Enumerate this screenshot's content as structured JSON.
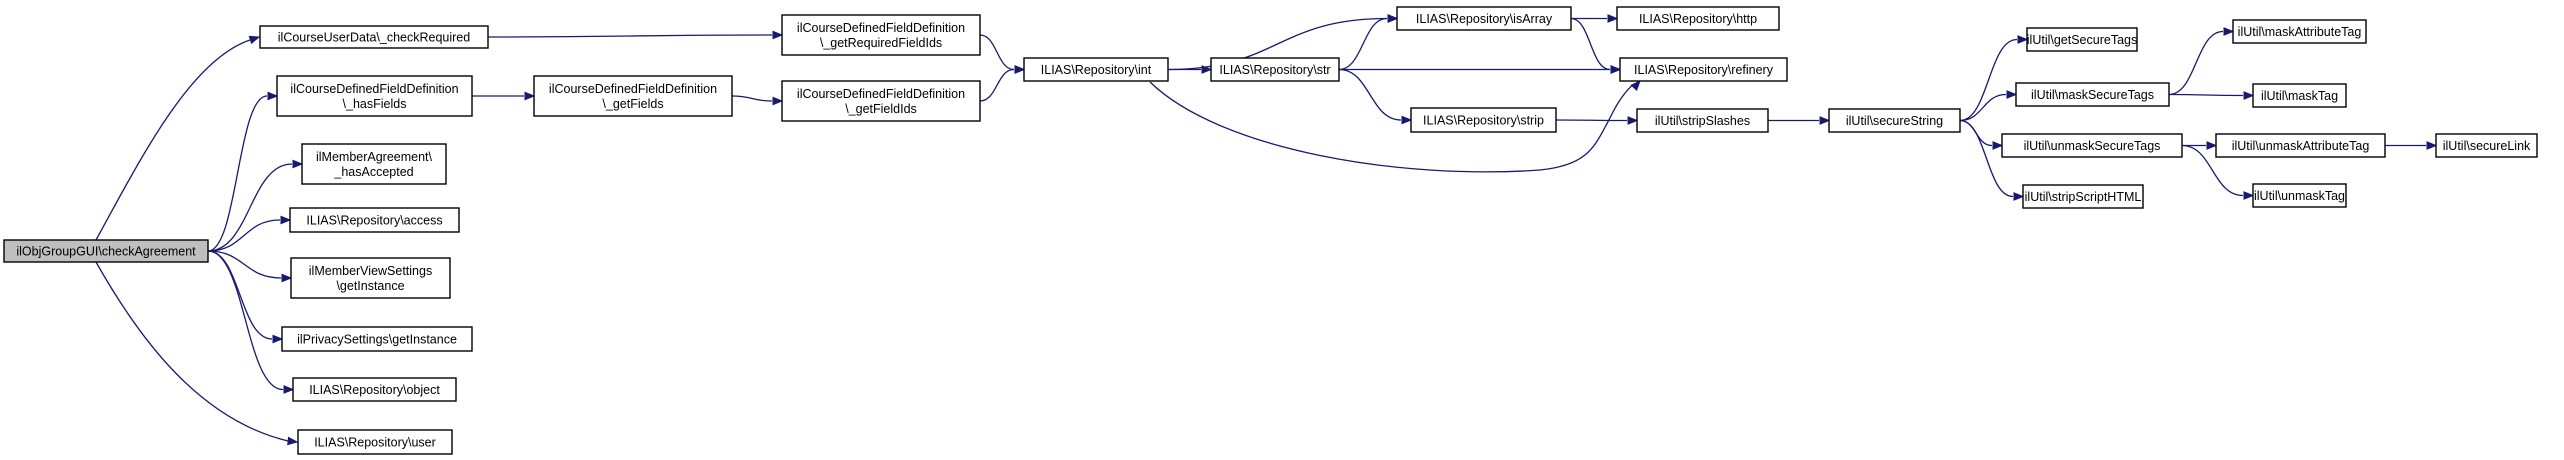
{
  "colors": {
    "node_fill": "#ffffff",
    "root_fill": "#bfbfbf",
    "node_border": "#000000",
    "edge": "#191970"
  },
  "nodes": [
    {
      "id": "root",
      "lines": [
        "ilObjGroupGUI\\checkAgreement"
      ],
      "root": true
    },
    {
      "id": "checkReq",
      "lines": [
        "ilCourseUserData\\_checkRequired"
      ]
    },
    {
      "id": "hasFields",
      "lines": [
        "ilCourseDefinedFieldDefinition",
        "\\_hasFields"
      ]
    },
    {
      "id": "hasAccepted",
      "lines": [
        "ilMemberAgreement\\",
        "_hasAccepted"
      ]
    },
    {
      "id": "access",
      "lines": [
        "ILIAS\\Repository\\access"
      ]
    },
    {
      "id": "mvsGet",
      "lines": [
        "ilMemberViewSettings",
        "\\getInstance"
      ]
    },
    {
      "id": "privGet",
      "lines": [
        "ilPrivacySettings\\getInstance"
      ]
    },
    {
      "id": "object",
      "lines": [
        "ILIAS\\Repository\\object"
      ]
    },
    {
      "id": "user",
      "lines": [
        "ILIAS\\Repository\\user"
      ]
    },
    {
      "id": "getFields",
      "lines": [
        "ilCourseDefinedFieldDefinition",
        "\\_getFields"
      ]
    },
    {
      "id": "getReqIds",
      "lines": [
        "ilCourseDefinedFieldDefinition",
        "\\_getRequiredFieldIds"
      ]
    },
    {
      "id": "getFieldIds",
      "lines": [
        "ilCourseDefinedFieldDefinition",
        "\\_getFieldIds"
      ]
    },
    {
      "id": "int",
      "lines": [
        "ILIAS\\Repository\\int"
      ]
    },
    {
      "id": "str",
      "lines": [
        "ILIAS\\Repository\\str"
      ]
    },
    {
      "id": "isArray",
      "lines": [
        "ILIAS\\Repository\\isArray"
      ]
    },
    {
      "id": "http",
      "lines": [
        "ILIAS\\Repository\\http"
      ]
    },
    {
      "id": "refinery",
      "lines": [
        "ILIAS\\Repository\\refinery"
      ]
    },
    {
      "id": "strip",
      "lines": [
        "ILIAS\\Repository\\strip"
      ]
    },
    {
      "id": "stripSlashes",
      "lines": [
        "ilUtil\\stripSlashes"
      ]
    },
    {
      "id": "secureString",
      "lines": [
        "ilUtil\\secureString"
      ]
    },
    {
      "id": "getSecureTags",
      "lines": [
        "ilUtil\\getSecureTags"
      ]
    },
    {
      "id": "maskSecureTags",
      "lines": [
        "ilUtil\\maskSecureTags"
      ]
    },
    {
      "id": "unmaskSecureTags",
      "lines": [
        "ilUtil\\unmaskSecureTags"
      ]
    },
    {
      "id": "stripScriptHTML",
      "lines": [
        "ilUtil\\stripScriptHTML"
      ]
    },
    {
      "id": "maskAttributeTag",
      "lines": [
        "ilUtil\\maskAttributeTag"
      ]
    },
    {
      "id": "maskTag",
      "lines": [
        "ilUtil\\maskTag"
      ]
    },
    {
      "id": "unmaskAttributeTag",
      "lines": [
        "ilUtil\\unmaskAttributeTag"
      ]
    },
    {
      "id": "unmaskTag",
      "lines": [
        "ilUtil\\unmaskTag"
      ]
    },
    {
      "id": "secureLink",
      "lines": [
        "ilUtil\\secureLink"
      ]
    }
  ],
  "edges": [
    {
      "from": "root",
      "to": "checkReq"
    },
    {
      "from": "root",
      "to": "hasFields"
    },
    {
      "from": "root",
      "to": "hasAccepted"
    },
    {
      "from": "root",
      "to": "access"
    },
    {
      "from": "root",
      "to": "mvsGet"
    },
    {
      "from": "root",
      "to": "privGet"
    },
    {
      "from": "root",
      "to": "object"
    },
    {
      "from": "root",
      "to": "user"
    },
    {
      "from": "checkReq",
      "to": "getReqIds"
    },
    {
      "from": "hasFields",
      "to": "getFields"
    },
    {
      "from": "getFields",
      "to": "getFieldIds"
    },
    {
      "from": "getReqIds",
      "to": "int"
    },
    {
      "from": "getFieldIds",
      "to": "int"
    },
    {
      "from": "int",
      "to": "isArray"
    },
    {
      "from": "int",
      "to": "str"
    },
    {
      "from": "int",
      "to": "refinery"
    },
    {
      "from": "str",
      "to": "isArray"
    },
    {
      "from": "str",
      "to": "refinery"
    },
    {
      "from": "str",
      "to": "strip"
    },
    {
      "from": "isArray",
      "to": "http"
    },
    {
      "from": "isArray",
      "to": "refinery"
    },
    {
      "from": "strip",
      "to": "stripSlashes"
    },
    {
      "from": "stripSlashes",
      "to": "secureString"
    },
    {
      "from": "secureString",
      "to": "getSecureTags"
    },
    {
      "from": "secureString",
      "to": "maskSecureTags"
    },
    {
      "from": "secureString",
      "to": "unmaskSecureTags"
    },
    {
      "from": "secureString",
      "to": "stripScriptHTML"
    },
    {
      "from": "maskSecureTags",
      "to": "maskAttributeTag"
    },
    {
      "from": "maskSecureTags",
      "to": "maskTag"
    },
    {
      "from": "unmaskSecureTags",
      "to": "unmaskAttributeTag"
    },
    {
      "from": "unmaskSecureTags",
      "to": "unmaskTag"
    },
    {
      "from": "unmaskAttributeTag",
      "to": "secureLink"
    }
  ]
}
